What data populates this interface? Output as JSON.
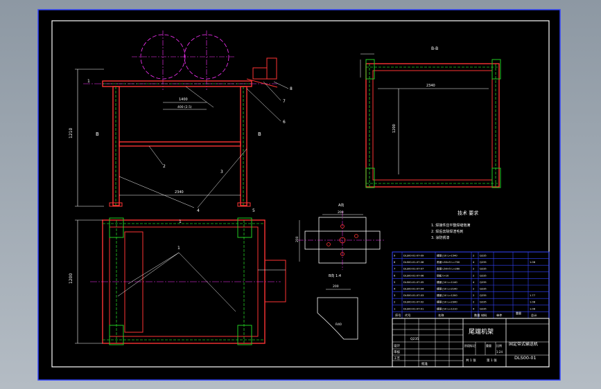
{
  "section_label": "B-B",
  "tech_req": {
    "heading": "技术 要求",
    "items": [
      "1. 焊接件应平整焊缝饱满",
      "2. 焊后去除焊渣毛刺",
      "3. 涂防锈漆"
    ]
  },
  "views": {
    "front_labels": [
      "1",
      "2",
      "3",
      "4",
      "5",
      "6",
      "7",
      "8",
      "B",
      "B"
    ],
    "top_labels": [
      "1",
      "1"
    ],
    "detail_a_label": "A向",
    "detail_b_label": "B向 1:4",
    "dims": {
      "front_top": "1400",
      "front_top2": "400 (2.5)",
      "front_bottom": "2340",
      "front_height": "1210",
      "top_height": "1200",
      "section_width": "2340",
      "section_height": "1200",
      "detail_width": "200",
      "detail_height": "200",
      "detail_b_width": "200",
      "detail_b_r": "R40"
    }
  },
  "bom": {
    "rows": [
      [
        "9",
        "DLS00-01-07-09",
        "槽钢 [10 L=1540",
        "2",
        "Q235",
        "",
        ""
      ],
      [
        "8",
        "DLS00-01-07-08",
        "角钢 L50×5 L=700",
        "4",
        "Q235",
        "",
        "1.08"
      ],
      [
        "7",
        "DLS00-01-07-07",
        "角钢 L50×5 L=260",
        "2",
        "Q235",
        "",
        ""
      ],
      [
        "6",
        "DLS00-01-07-06",
        "钢板 t=10",
        "2",
        "Q235",
        "",
        ""
      ],
      [
        "5",
        "DLS00-01-07-05",
        "槽钢 [10 L=1140",
        "4",
        "Q235",
        "",
        ""
      ],
      [
        "4",
        "DLS00-01-07-04",
        "槽钢 [10 L=2140",
        "2",
        "Q235",
        "",
        ""
      ],
      [
        "3",
        "DLS00-01-07-03",
        "槽钢 [10 L=1200",
        "2",
        "Q235",
        "",
        "1.77"
      ],
      [
        "2",
        "DLS00-01-07-02",
        "槽钢 [10 L=2340",
        "2",
        "Q235",
        "",
        "1.08"
      ],
      [
        "1",
        "DLS00-01-07-01",
        "槽钢 [10 L=1210",
        "4",
        "Q235",
        "",
        "1.08"
      ]
    ],
    "header": [
      "序号",
      "代号",
      "名称",
      "数量",
      "材料",
      "单件",
      "总计"
    ],
    "header_extra": "重量"
  },
  "title_block": {
    "part_name": "尾端机架",
    "machine_name": "固定带式输送机",
    "drawing_no": "DLS00-01",
    "mat": "Q235",
    "design": "设计",
    "check": "审核",
    "process": "工艺",
    "approve": "批准",
    "stage": "阶段标记",
    "weight": "重量",
    "ratio": "比例",
    "ratio_val": "1:24",
    "sheets": "共 1 张",
    "sheet": "第 1 张"
  },
  "colors": {
    "background": "#000000",
    "frame": "#ffffff",
    "steel": "#ff3333",
    "hidden": "#22cc22",
    "center": "#ff33ff",
    "yellow": "#f0e030",
    "blue": "#3344ff"
  }
}
